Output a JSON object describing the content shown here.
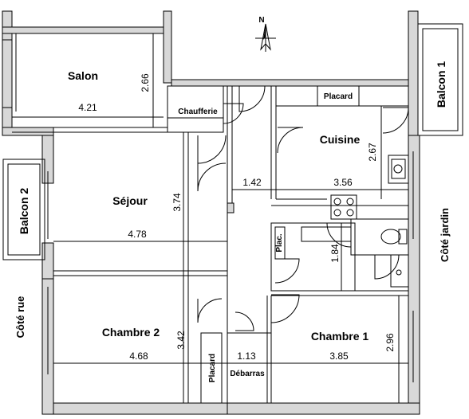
{
  "rooms": {
    "salon": "Salon",
    "sejour": "Séjour",
    "cuisine": "Cuisine",
    "chambre1": "Chambre 1",
    "chambre2": "Chambre 2",
    "chaufferie": "Chaufferie",
    "placard_cuisine": "Placard",
    "placard_bas": "Placard",
    "plac": "Plac.",
    "debarras": "Débarras",
    "balcon1": "Balcon 1",
    "balcon2": "Balcon 2"
  },
  "sides": {
    "rue": "Côté rue",
    "jardin": "Côté jardin"
  },
  "compass": "N",
  "dimensions": {
    "salon_width": "4.21",
    "salon_height": "2.66",
    "sejour_width": "4.78",
    "sejour_height": "3.74",
    "corridor_width": "1.42",
    "cuisine_width": "3.56",
    "cuisine_height": "2.67",
    "sdb_height": "1.84",
    "chambre2_width": "4.68",
    "chambre2_height": "3.42",
    "debarras_width": "1.13",
    "chambre1_width": "3.85",
    "chambre1_height": "2.96"
  }
}
